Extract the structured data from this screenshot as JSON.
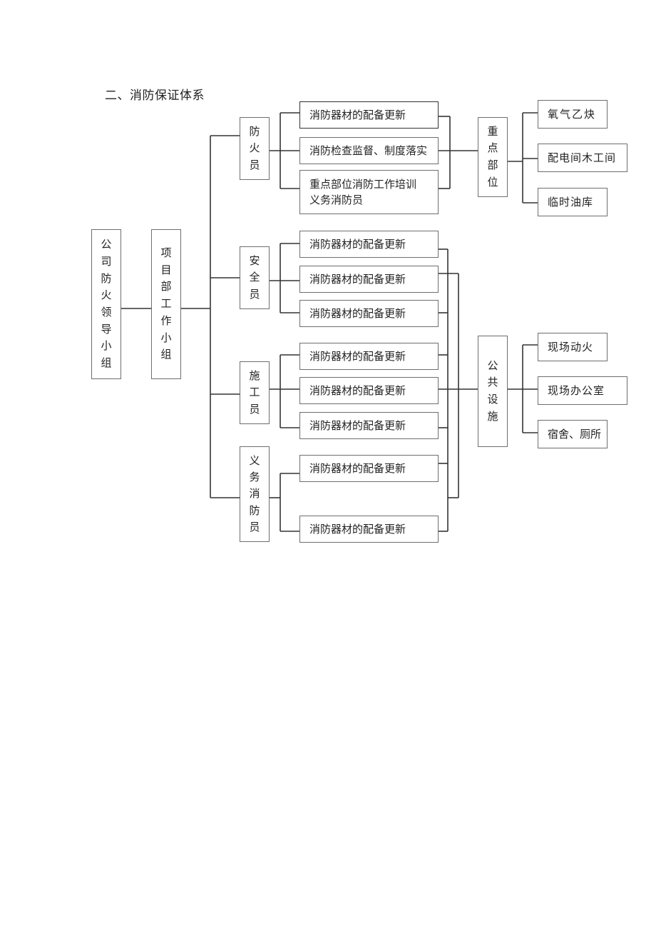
{
  "title": "二、消防保证体系",
  "company": "公司防火领导小组",
  "project": "项目部工作小组",
  "roles": {
    "fire_warden": "防火员",
    "safety_officer": "安全员",
    "construction_worker": "施工员",
    "volunteer": "义务消防员"
  },
  "tasks": {
    "fire_warden": [
      "消防器材的配备更新",
      "消防检查监督、制度落实",
      [
        "重点部位消防工作培训",
        "义务消防员"
      ]
    ],
    "safety_officer": [
      "消防器材的配备更新",
      "消防器材的配备更新",
      "消防器材的配备更新"
    ],
    "construction_worker": [
      "消防器材的配备更新",
      "消防器材的配备更新",
      "消防器材的配备更新"
    ],
    "volunteer": [
      "消防器材的配备更新",
      "消防器材的配备更新"
    ]
  },
  "key_areas": {
    "label": "重点部位",
    "items": [
      "氧气乙炔",
      "配电间木工间",
      "临时油库"
    ]
  },
  "public_facilities": {
    "label": "公共设施",
    "items": [
      "现场动火",
      "现场办公室",
      "宿舍、厕所"
    ]
  }
}
